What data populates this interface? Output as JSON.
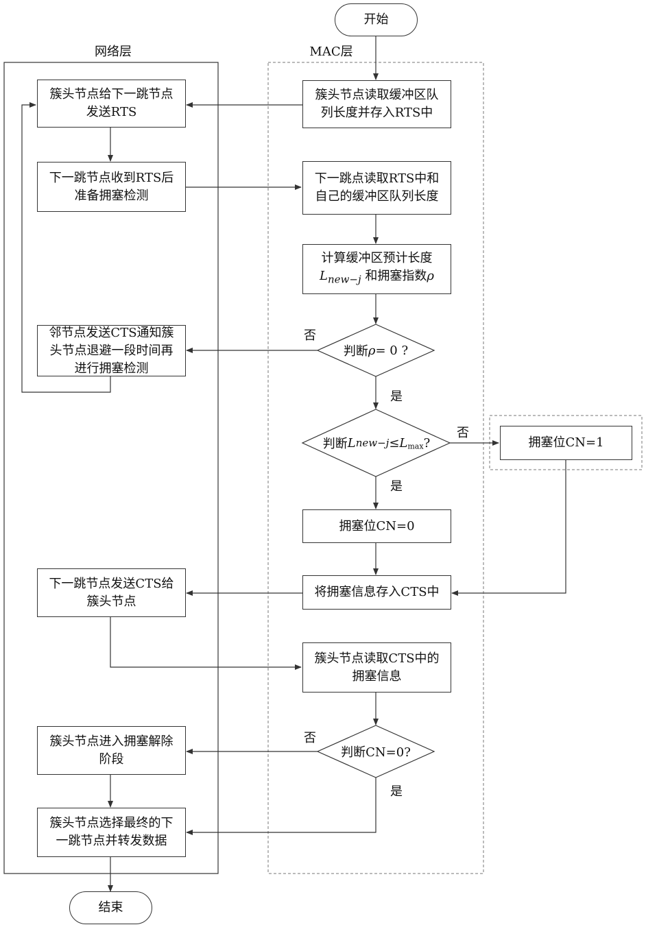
{
  "network_layer": {
    "title": "网络层"
  },
  "mac_layer": {
    "title": "MAC层"
  },
  "nodes": {
    "start": "开始",
    "end": "结束",
    "net_send_rts": [
      "簇头节点给下一跳节点",
      "发送RTS"
    ],
    "net_recv_rts": [
      "下一跳节点收到RTS后",
      "准备拥塞检测"
    ],
    "net_backoff": [
      "邻节点发送CTS通知簇",
      "头节点退避一段时间再",
      "进行拥塞检测"
    ],
    "net_send_cts": [
      "下一跳节点发送CTS给",
      "簇头节点"
    ],
    "net_relief": [
      "簇头节点进入拥塞解除",
      "阶段"
    ],
    "net_forward": [
      "簇头节点选择最终的下",
      "一跳节点并转发数据"
    ],
    "mac_read_queue": [
      "簇头节点读取缓冲区队",
      "列长度并存入RTS中"
    ],
    "mac_next_read": [
      "下一跳点读取RTS中和",
      "自己的缓冲区队列长度"
    ],
    "mac_calc_prefix": "计算缓冲区预计长度",
    "mac_calc_var": "L",
    "mac_calc_sub": "new−j",
    "mac_calc_mid": " 和拥塞指数",
    "mac_calc_rho": "ρ",
    "mac_cn0": "拥塞位CN=0",
    "mac_cn1": "拥塞位CN=1",
    "mac_store_cts": "将拥塞信息存入CTS中",
    "mac_read_cts": [
      "簇头节点读取CTS中的",
      "拥塞信息"
    ]
  },
  "decisions": {
    "rho": {
      "prefix": "判断",
      "var": "ρ",
      "rest": " = 0 ?"
    },
    "len": {
      "prefix": "判断 ",
      "var1": "L",
      "sub1": "new−j",
      "op": " ≤ ",
      "var2": "L",
      "sub2": "max",
      "suffix": "?"
    },
    "cn": {
      "text": "判断CN=0?"
    }
  },
  "edge_labels": {
    "rho_no": "否",
    "rho_yes": "是",
    "len_no": "否",
    "len_yes": "是",
    "cn_no": "否",
    "cn_yes": "是"
  }
}
